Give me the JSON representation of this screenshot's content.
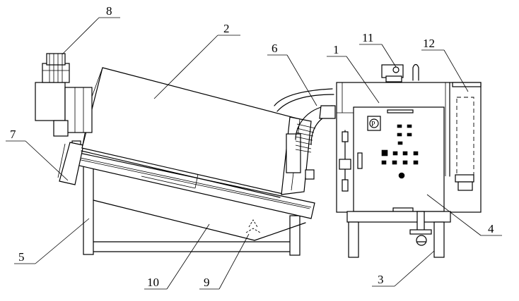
{
  "diagram": {
    "callouts": [
      {
        "id": "c1",
        "text": "1"
      },
      {
        "id": "c2",
        "text": "2"
      },
      {
        "id": "c3",
        "text": "3"
      },
      {
        "id": "c4",
        "text": "4"
      },
      {
        "id": "c5",
        "text": "5"
      },
      {
        "id": "c6",
        "text": "6"
      },
      {
        "id": "c7",
        "text": "7"
      },
      {
        "id": "c8",
        "text": "8"
      },
      {
        "id": "c9",
        "text": "9"
      },
      {
        "id": "c10",
        "text": "10"
      },
      {
        "id": "c11",
        "text": "11"
      },
      {
        "id": "c12",
        "text": "12"
      }
    ],
    "panel_indicator": "P"
  }
}
